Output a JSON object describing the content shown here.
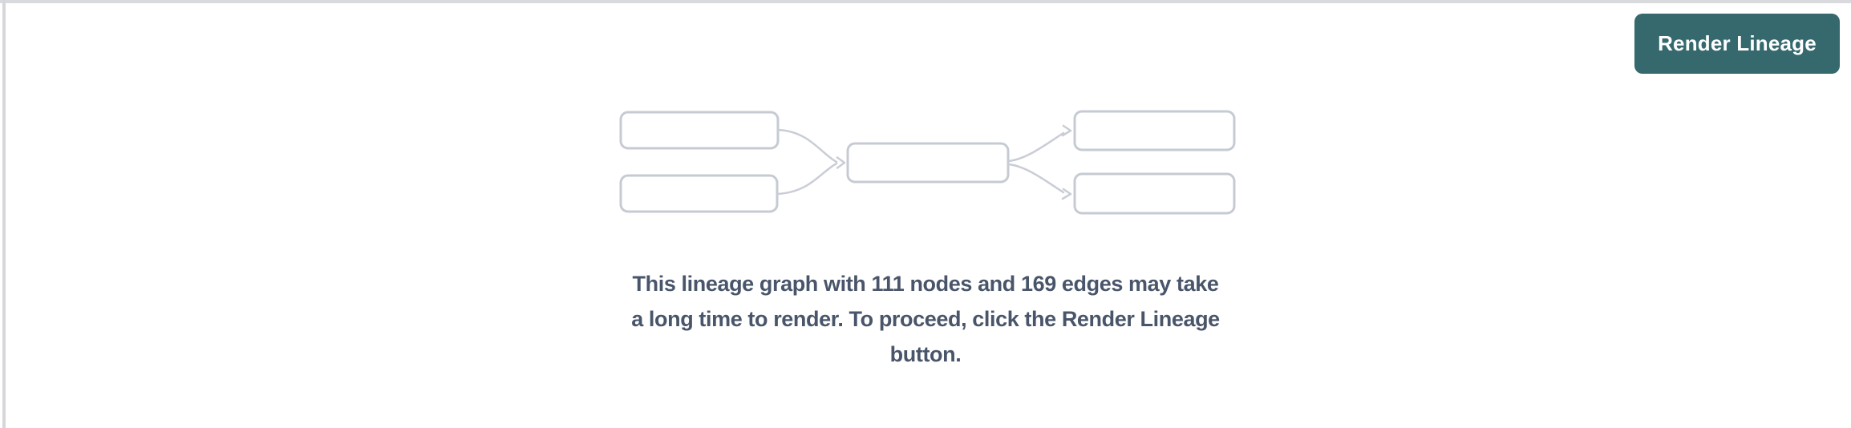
{
  "panel": {
    "background": "#ffffff",
    "border_color": "#d9dadd"
  },
  "toolbar": {
    "render_lineage_button": {
      "label": "Render Lineage",
      "background": "#35696E",
      "text_color": "#ffffff"
    }
  },
  "placeholder": {
    "illustration": {
      "name": "lineage-graph-illustration",
      "stroke_color": "#C6CBD3",
      "node_fill": "#ffffff"
    },
    "message_lines": [
      "This lineage graph with 111 nodes and 169 edges may take",
      "a long time to render. To proceed, click the Render Lineage",
      "button."
    ],
    "message_color": "#49556A",
    "stats": {
      "nodes": 111,
      "edges": 169
    }
  }
}
